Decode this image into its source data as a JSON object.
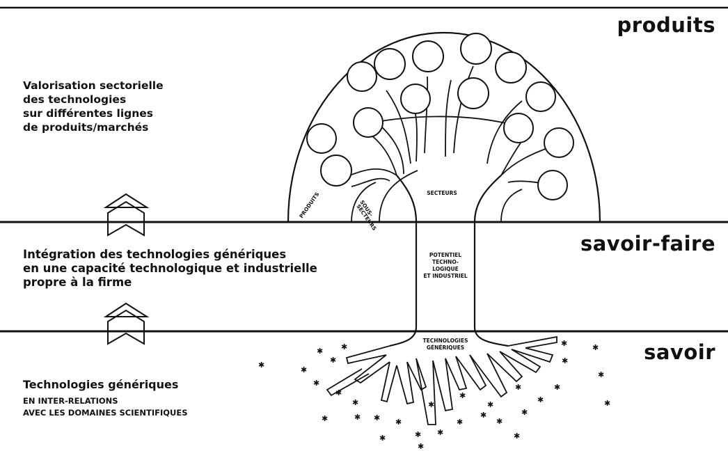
{
  "levels": {
    "top": "produits",
    "middle": "savoir-faire",
    "bottom": "savoir"
  },
  "descriptions": {
    "products": [
      "Valorisation sectorielle",
      "des technologies",
      "sur différentes lignes",
      "de produits/marchés"
    ],
    "integration": [
      "Intégration des technologies génériques",
      "en une capacité technologique et industrielle",
      "propre à la firme"
    ],
    "generic_title": "Technologies génériques",
    "generic_sub": [
      "EN INTER-RELATIONS",
      "AVEC LES DOMAINES SCIENTIFIQUES"
    ]
  },
  "tree_labels": {
    "produits": "PRODUITS",
    "sous_secteurs": [
      "SOUS-",
      "SECTEURS"
    ],
    "secteurs": "SECTEURS",
    "potentiel": [
      "POTENTIEL",
      "TECHNO-",
      "LOGIQUE",
      "ET INDUSTRIEL"
    ],
    "technologies": [
      "TECHNOLOGIES",
      "GÉNÉRIQUES"
    ]
  }
}
